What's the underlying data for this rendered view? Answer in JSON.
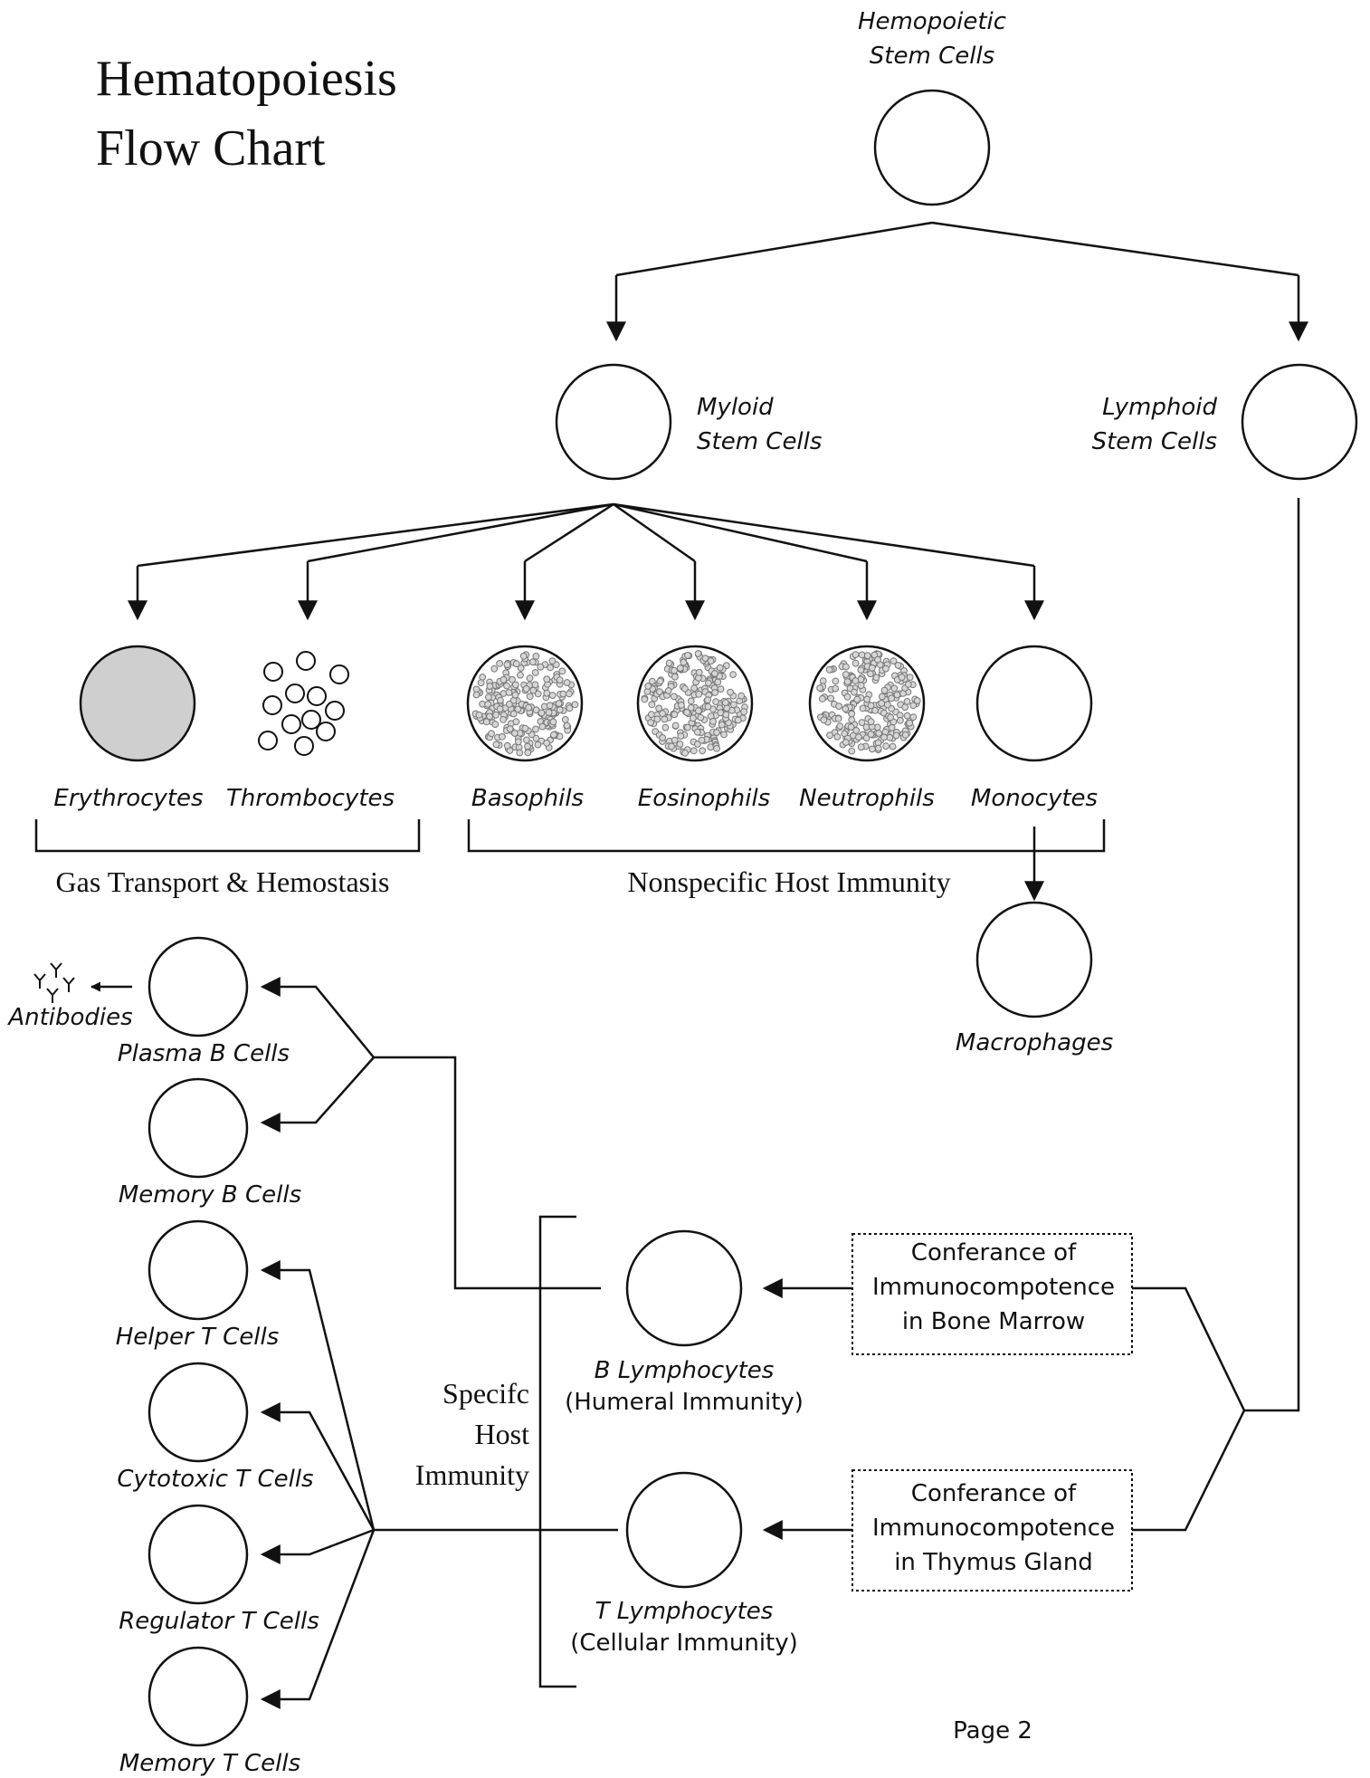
{
  "title": {
    "line1": "Hematopoiesis",
    "line2": "Flow Chart"
  },
  "cells": {
    "hsc": {
      "line1": "Hemopoietic",
      "line2": "Stem Cells"
    },
    "myeloid": {
      "line1": "Myloid",
      "line2": "Stem Cells"
    },
    "lymphoid": {
      "line1": "Lymphoid",
      "line2": "Stem Cells"
    },
    "erythrocytes": "Erythrocytes",
    "thrombocytes": "Thrombocytes",
    "basophils": "Basophils",
    "eosinophils": "Eosinophils",
    "neutrophils": "Neutrophils",
    "monocytes": "Monocytes",
    "macrophages": "Macrophages",
    "antibodies": "Antibodies",
    "plasma_b": "Plasma B Cells",
    "memory_b": "Memory B Cells",
    "helper_t": "Helper T Cells",
    "cytotoxic_t": "Cytotoxic T Cells",
    "regulator_t": "Regulator T Cells",
    "memory_t": "Memory T Cells",
    "b_lymph": {
      "line1": "B Lymphocytes",
      "line2": "(Humeral Immunity)"
    },
    "t_lymph": {
      "line1": "T Lymphocytes",
      "line2": "(Cellular Immunity)"
    }
  },
  "groups": {
    "gas": "Gas Transport & Hemostasis",
    "nonspecific": "Nonspecific Host Immunity",
    "specific": {
      "line1": "Specifc",
      "line2": "Host",
      "line3": "Immunity"
    }
  },
  "boxes": {
    "bone": {
      "line1": "Conferance of",
      "line2": "Immunocompotence",
      "line3": "in Bone Marrow"
    },
    "thymus": {
      "line1": "Conferance of",
      "line2": "Immunocompotence",
      "line3": "in Thymus Gland"
    }
  },
  "page": "Page 2",
  "colors": {
    "line": "#111111",
    "erythrocyte_fill": "#cfcfcf",
    "granule": "#d6d6d6"
  }
}
